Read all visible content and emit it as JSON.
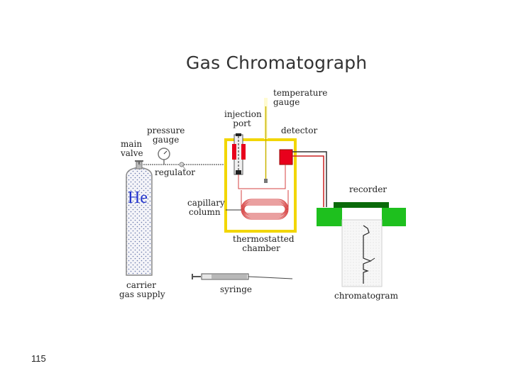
{
  "title": "Gas Chromatograph",
  "page_number": "115",
  "gas_symbol": "He",
  "labels": {
    "temperature_gauge": [
      "temperature",
      "gauge"
    ],
    "injection_port": [
      "injection",
      "port"
    ],
    "pressure_gauge": [
      "pressure",
      "gauge"
    ],
    "main_valve": [
      "main",
      "valve"
    ],
    "regulator": "regulator",
    "detector": "detector",
    "recorder": "recorder",
    "capillary_column": [
      "capillary",
      "column"
    ],
    "thermostatted_chamber": [
      "thermostatted",
      "chamber"
    ],
    "carrier_gas_supply": [
      "carrier",
      "gas supply"
    ],
    "syringe": "syringe",
    "chromatogram": "chromatogram"
  },
  "colors": {
    "chamber_border": "#f2d600",
    "detector": "#e8001c",
    "recorder": "#1ec01e",
    "gas_symbol": "#2233cc",
    "tubing": "#cc2222"
  }
}
